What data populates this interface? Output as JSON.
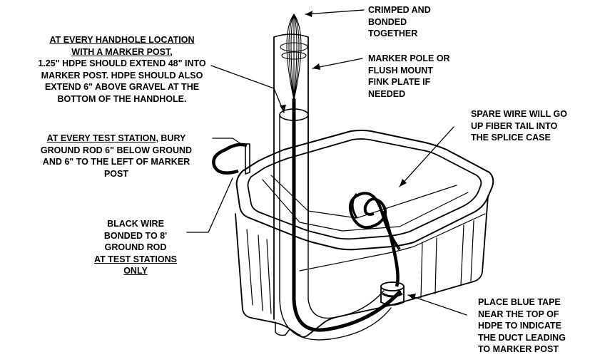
{
  "annotations": {
    "crimped": [
      "CRIMPED AND",
      "BONDED",
      "TOGETHER"
    ],
    "marker_pole": [
      "MARKER POLE OR",
      "FLUSH MOUNT",
      "FINK PLATE IF",
      "NEEDED"
    ],
    "handhole": {
      "line1": "AT EVERY HANDHOLE LOCATION",
      "line2": "WITH A MARKER POST,",
      "line3": "1.25\" HDPE SHOULD EXTEND 48\" INTO",
      "line4": "MARKER POST.  HDPE SHOULD ALSO",
      "line5": "EXTEND 6\" ABOVE GRAVEL AT THE",
      "line6": "BOTTOM OF THE HANDHOLE."
    },
    "test_station": {
      "underlined": "AT EVERY TEST STATION",
      "rest": ", BURY",
      "line2": "GROUND ROD 6\" BELOW GROUND",
      "line3": "AND 6\" TO THE LEFT OF MARKER",
      "line4": "POST"
    },
    "spare_wire": [
      "SPARE WIRE WILL GO",
      "UP FIBER TAIL INTO",
      "THE SPLICE CASE"
    ],
    "black_wire": {
      "line1": "BLACK WIRE",
      "line2": "BONDED TO 8'",
      "line3": "GROUND ROD",
      "line4": "AT TEST STATIONS",
      "line5": "ONLY"
    },
    "blue_tape": [
      "PLACE BLUE TAPE",
      "NEAR THE TOP OF",
      "HDPE TO INDICATE",
      "THE DUCT LEADING",
      "TO MARKER POST"
    ]
  }
}
